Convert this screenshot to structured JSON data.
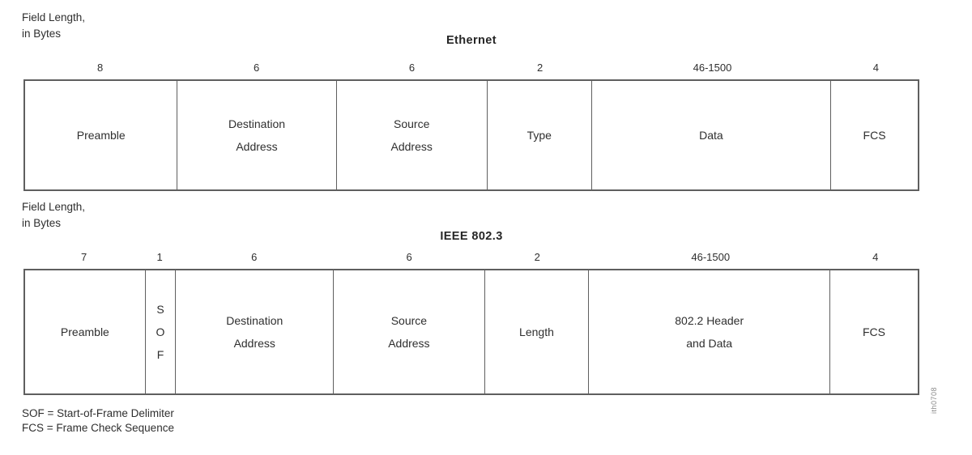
{
  "colors": {
    "background": "#ffffff",
    "text": "#2f2f2f",
    "border": "#5f5f5f",
    "figure_id_text": "#8a8a8a"
  },
  "frames": [
    {
      "field_length_label": "Field Length,\nin Bytes",
      "title": "Ethernet",
      "fields": [
        {
          "length": "8",
          "label": "Preamble"
        },
        {
          "length": "6",
          "label": "Destination\nAddress"
        },
        {
          "length": "6",
          "label": "Source\nAddress"
        },
        {
          "length": "2",
          "label": "Type"
        },
        {
          "length": "46-1500",
          "label": "Data"
        },
        {
          "length": "4",
          "label": "FCS"
        }
      ]
    },
    {
      "field_length_label": "Field Length,\nin Bytes",
      "title": "IEEE 802.3",
      "fields": [
        {
          "length": "7",
          "label": "Preamble"
        },
        {
          "length": "1",
          "label": "S\nO\nF"
        },
        {
          "length": "6",
          "label": "Destination\nAddress"
        },
        {
          "length": "6",
          "label": "Source\nAddress"
        },
        {
          "length": "2",
          "label": "Length"
        },
        {
          "length": "46-1500",
          "label": "802.2 Header\nand Data"
        },
        {
          "length": "4",
          "label": "FCS"
        }
      ]
    }
  ],
  "legend": {
    "line1": "SOF = Start-of-Frame Delimiter",
    "line2": "FCS = Frame Check Sequence"
  },
  "figure_id": "ith0708"
}
